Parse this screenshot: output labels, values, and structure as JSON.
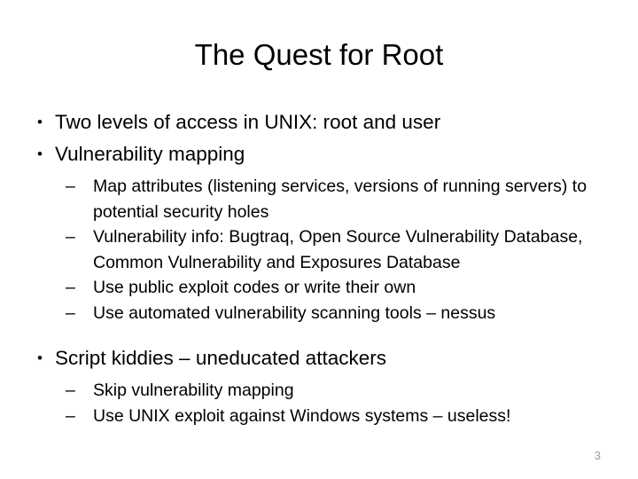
{
  "slide": {
    "title": "The Quest for Root",
    "page_number": "3",
    "bullet_glyph": "•",
    "dash_glyph": "–",
    "text_color": "#000000",
    "background_color": "#ffffff",
    "page_number_color": "#9a9a9a",
    "blocks": [
      {
        "id": "block-access-levels",
        "level1": "Two levels of access in UNIX: root and user",
        "level2": []
      },
      {
        "id": "block-vulnerability-mapping",
        "level1": "Vulnerability mapping",
        "level2": [
          "Map attributes (listening services, versions of running servers) to potential security holes",
          "Vulnerability info: Bugtraq, Open Source Vulnerability Database, Common Vulnerability and Exposures Database",
          "Use public exploit codes or write their own",
          "Use automated vulnerability scanning tools – nessus"
        ]
      },
      {
        "id": "block-script-kiddies",
        "level1": "Script kiddies – uneducated attackers",
        "level2": [
          "Skip vulnerability mapping",
          "Use UNIX exploit against Windows systems – useless!"
        ]
      }
    ]
  }
}
